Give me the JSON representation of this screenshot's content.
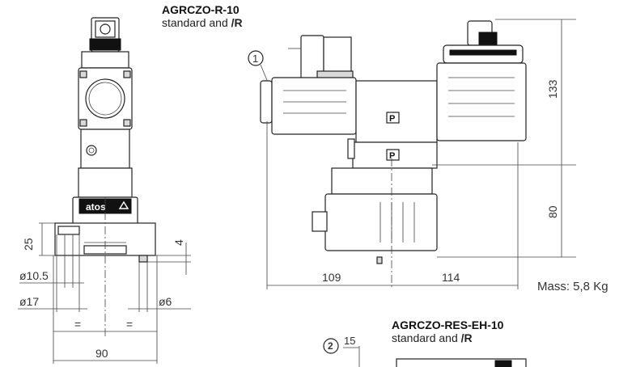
{
  "titles": {
    "model_top": "AGRCZO-R-10",
    "model_top_sub": "standard and ",
    "model_top_sub_bold": "/R",
    "model_bottom": "AGRCZO-RES-EH-10",
    "model_bottom_sub": "standard and ",
    "model_bottom_sub_bold": "/R"
  },
  "brand": {
    "logo_text": "atos"
  },
  "callouts": {
    "c1": "1",
    "c2": "2",
    "c2_dim": "15"
  },
  "ports": {
    "p_upper": "P",
    "p_lower": "P"
  },
  "dims": {
    "d25": "25",
    "d4": "4",
    "d10_5": "ø10.5",
    "d17": "ø17",
    "d6": "ø6",
    "eq_left": "=",
    "eq_right": "=",
    "d90": "90",
    "d133": "133",
    "d80": "80",
    "d109": "109",
    "d114": "114"
  },
  "mass": "Mass: 5,8 Kg"
}
